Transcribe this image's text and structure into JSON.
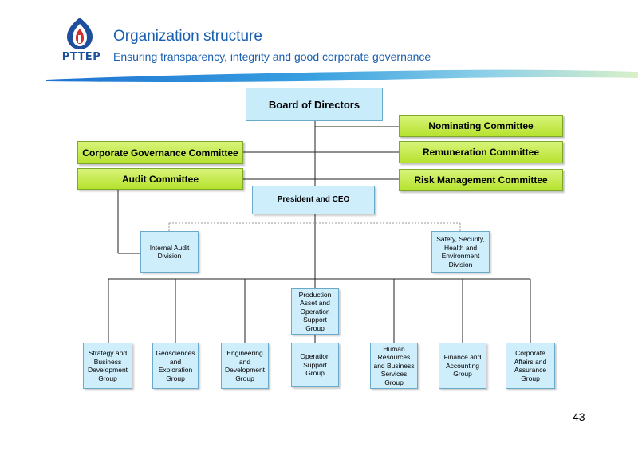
{
  "header": {
    "brand": "PTTEP",
    "title": "Organization structure",
    "subtitle": "Ensuring transparency, integrity and good corporate governance"
  },
  "colors": {
    "title_blue": "#1a5fb0",
    "box_blue": "#cfeefc",
    "committee_green": "#b6e22e"
  },
  "org": {
    "board": "Board of Directors",
    "committees": {
      "nominating": "Nominating Committee",
      "corporate_governance": "Corporate Governance Committee",
      "remuneration": "Remuneration Committee",
      "audit": "Audit Committee",
      "risk_management": "Risk Management Committee"
    },
    "ceo": "President and CEO",
    "internal_audit": "Internal Audit Division",
    "ssshe": "Safety, Security, Health and Environment Division",
    "production_asset": "Production Asset and Operation Support Group",
    "groups": [
      "Strategy and Business Development Group",
      "Geosciences and Exploration Group",
      "Engineering and Development Group",
      "Operation Support Group",
      "Human Resources and Business Services Group",
      "Finance and Accounting Group",
      "Corporate Affairs and Assurance Group"
    ]
  },
  "page_number": "43"
}
